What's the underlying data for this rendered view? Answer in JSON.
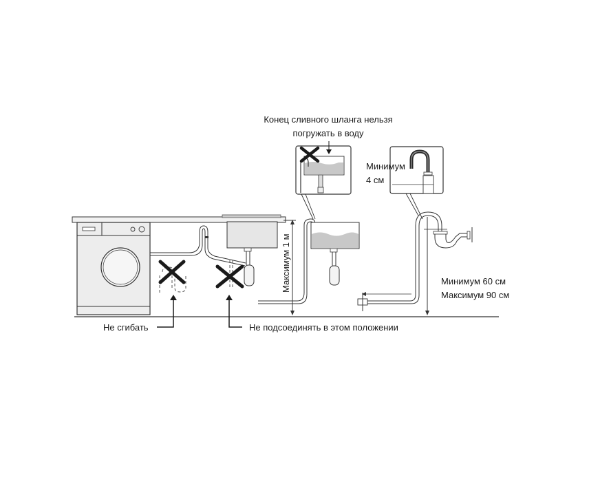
{
  "labels": {
    "submerge_warning_line1": "Конец сливного шланга нельзя",
    "submerge_warning_line2": "погружать в воду",
    "min_gap_line1": "Минимум",
    "min_gap_line2": "4 см",
    "max_height_vertical": "Максимум 1 м",
    "height_range_line1": "Минимум 60 см",
    "height_range_line2": "Максимум 90 см",
    "do_not_bend": "Не сгибать",
    "do_not_connect": "Не подсоединять в этом положении"
  },
  "colors": {
    "line": "#2a2a2a",
    "water": "#c8c8c8",
    "sink_fill": "#e6e6e6",
    "machine_fill": "#ededed",
    "cross": "#1a1a1a"
  }
}
